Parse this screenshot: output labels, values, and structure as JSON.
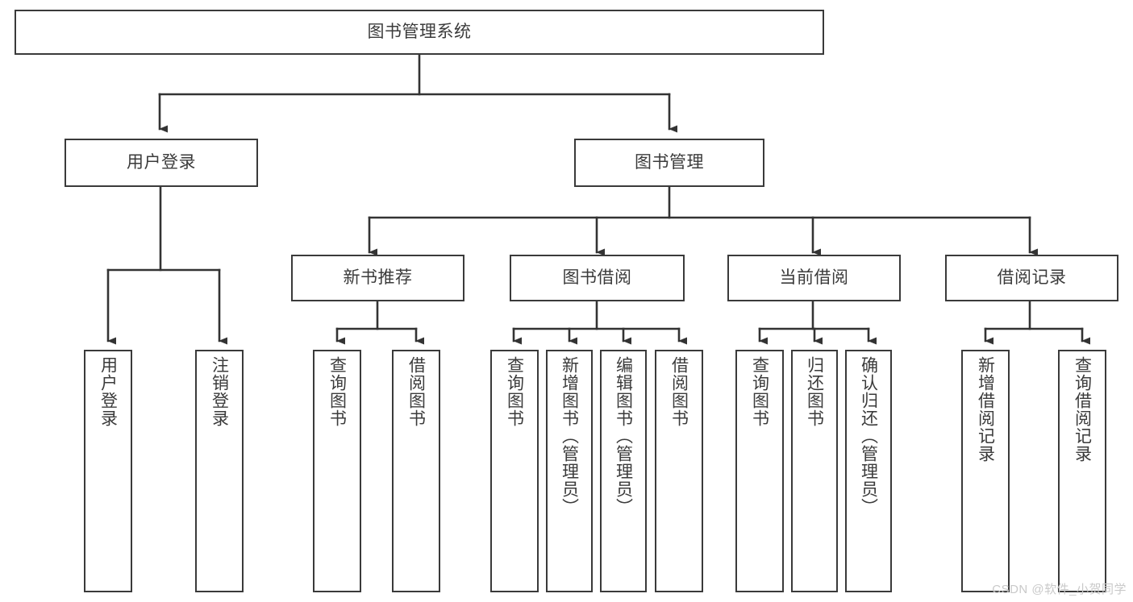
{
  "diagram": {
    "title": "图书管理系统",
    "type": "tree-hierarchy-chart",
    "orientation": "top-down",
    "colors": {
      "box_border": "#3a3a3a",
      "box_fill": "#ffffff",
      "text": "#3b3b3b",
      "edge": "#333333",
      "watermark": "#c9c9c9",
      "background": "#ffffff"
    }
  },
  "nodes": {
    "root": {
      "label": "图书管理系统"
    },
    "level2": [
      {
        "label": "用户登录"
      },
      {
        "label": "图书管理"
      }
    ],
    "level3": [
      {
        "label": "新书推荐"
      },
      {
        "label": "图书借阅"
      },
      {
        "label": "当前借阅"
      },
      {
        "label": "借阅记录"
      }
    ],
    "leaves": {
      "user_login": [
        {
          "label": "用户登录"
        },
        {
          "label": "注销登录"
        }
      ],
      "new_book_recommend": [
        {
          "label": "查询图书"
        },
        {
          "label": "借阅图书"
        }
      ],
      "book_borrow": [
        {
          "label": "查询图书"
        },
        {
          "label": "新增图书（管理员）"
        },
        {
          "label": "编辑图书（管理员）"
        },
        {
          "label": "借阅图书"
        }
      ],
      "current_borrow": [
        {
          "label": "查询图书"
        },
        {
          "label": "归还图书"
        },
        {
          "label": "确认归还（管理员）"
        }
      ],
      "borrow_record": [
        {
          "label": "新增借阅记录"
        },
        {
          "label": "查询借阅记录"
        }
      ]
    }
  },
  "watermark": {
    "text": "CSDN @软件_小贺同学"
  }
}
